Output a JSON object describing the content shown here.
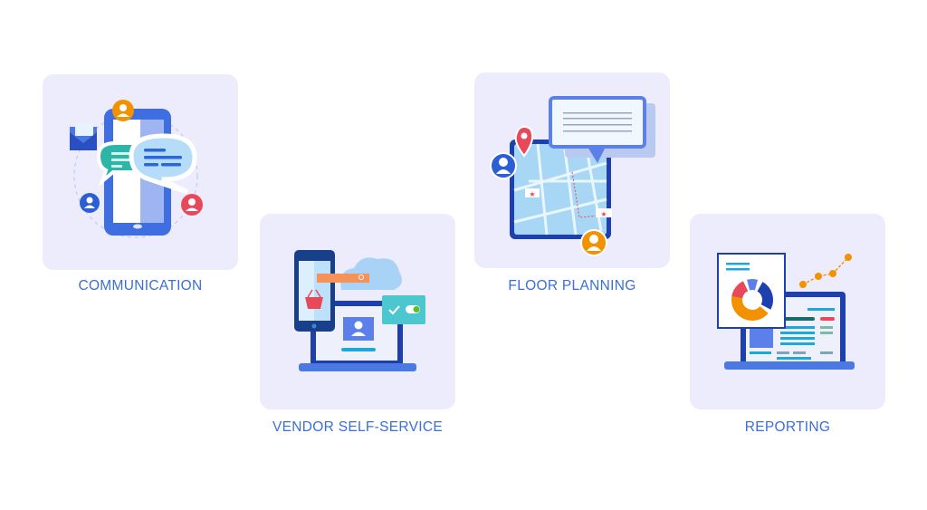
{
  "features": [
    {
      "label": "COMMUNICATION",
      "icon": "communication-illustration"
    },
    {
      "label": "VENDOR SELF-SERVICE",
      "icon": "vendor-self-service-illustration"
    },
    {
      "label": "FLOOR PLANNING",
      "icon": "floor-planning-illustration"
    },
    {
      "label": "REPORTING",
      "icon": "reporting-illustration"
    }
  ],
  "colors": {
    "card_bg": "#ececfc",
    "label": "#3a6fd8",
    "accent_blue": "#3f6ee0",
    "orange": "#f39200",
    "red": "#e9485b"
  }
}
